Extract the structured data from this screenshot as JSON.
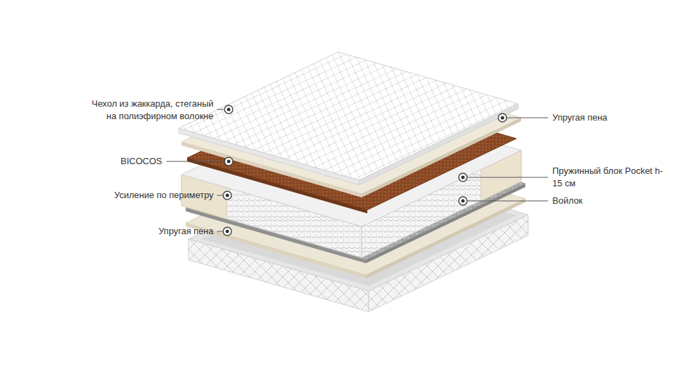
{
  "diagram": {
    "labels": [
      "Чехол из жаккарда, стеганый на полиэфирном волокне",
      "BICOCOS",
      "Усиление по периметру",
      "Упругая пена",
      "Упругая пена",
      "Пружинный блок Pocket h-15 см",
      "Войлок"
    ]
  }
}
